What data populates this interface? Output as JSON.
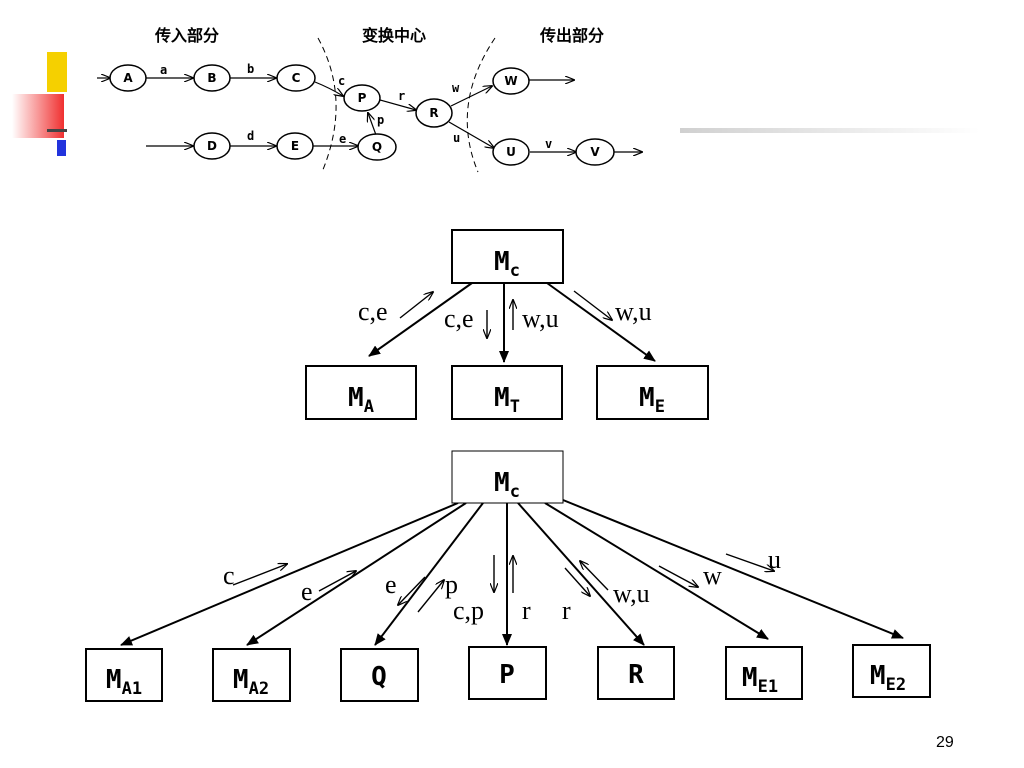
{
  "slide": {
    "page_number": "29"
  },
  "dfd": {
    "section_headers": [
      "传入部分",
      "变换中心",
      "传出部分"
    ],
    "nodes": [
      "A",
      "B",
      "C",
      "P",
      "R",
      "W",
      "D",
      "E",
      "Q",
      "U",
      "V"
    ],
    "edge_labels": [
      "a",
      "b",
      "c",
      "r",
      "w",
      "d",
      "e",
      "p",
      "u",
      "v"
    ]
  },
  "tree1": {
    "root": {
      "main": "M",
      "sub": "c"
    },
    "children": [
      {
        "main": "M",
        "sub": "A"
      },
      {
        "main": "M",
        "sub": "T"
      },
      {
        "main": "M",
        "sub": "E"
      }
    ],
    "flow_labels": [
      "c,e",
      "c,e",
      "w,u",
      "w,u"
    ]
  },
  "tree2": {
    "root": {
      "main": "M",
      "sub": "c"
    },
    "children": [
      {
        "main": "M",
        "sub": "A1"
      },
      {
        "main": "M",
        "sub": "A2"
      },
      {
        "main": "Q",
        "sub": ""
      },
      {
        "main": "P",
        "sub": ""
      },
      {
        "main": "R",
        "sub": ""
      },
      {
        "main": "M",
        "sub": "E1"
      },
      {
        "main": "M",
        "sub": "E2"
      }
    ],
    "flow_labels": [
      "c",
      "e",
      "e",
      "p",
      "c,p",
      "r",
      "r",
      "w,u",
      "w",
      "u"
    ]
  }
}
